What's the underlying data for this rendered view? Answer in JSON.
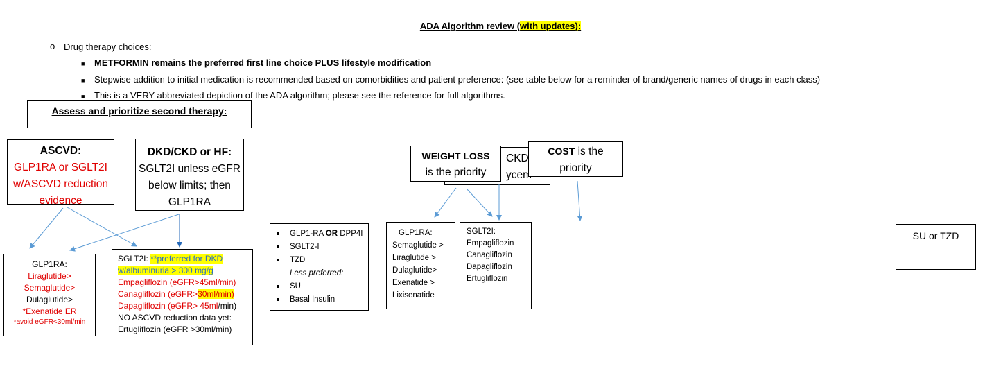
{
  "title": {
    "main": "ADA Algorithm review (",
    "highlight": "with updates",
    "tail": "):"
  },
  "intro": {
    "bullet": "o",
    "label": "Drug therapy choices:",
    "items": [
      "METFORMIN remains the preferred first line choice PLUS lifestyle modification",
      "Stepwise addition to initial medication is recommended based on comorbidities and patient preference: (see table below for a reminder of brand/generic names of drugs in each class)",
      "This is a VERY abbreviated depiction of the ADA algorithm; please see the reference for full algorithms."
    ]
  },
  "assess_box": "Assess and prioritize second therapy:",
  "ascvd_box": {
    "heading": "ASCVD:",
    "lines": [
      "GLP1RA or SGLT2I",
      "w/ASCVD reduction",
      "evidence"
    ]
  },
  "dkd_box": {
    "heading": "DKD/CKD or HF:",
    "lines": [
      "SGLT2I unless eGFR",
      "below limits; then",
      "GLP1RA"
    ]
  },
  "glp1ra_box_left": {
    "heading": "GLP1RA:",
    "items": [
      "Liraglutide>",
      "Semaglutide>",
      "Dulaglutide>",
      "*Exenatide ER"
    ],
    "note": "*avoid eGFR<30ml/min"
  },
  "sglt2i_box_left": {
    "heading": "SGLT2I: ",
    "highlight_1": "**preferred for DKD",
    "highlight_2": "w/albuminuria > 300 mg/g",
    "line_empa": "Empagliflozin (eGFR>45ml/min)",
    "line_cana_a": "Canagliflozin (eGFR>",
    "line_cana_b": "30ml/min)",
    "line_dapa_a": "Dapagliflozin (eGFR> 45ml",
    "line_dapa_b": "/min)",
    "no_data": "NO ASCVD reduction data yet:",
    "ertu": "Ertugliflozin (eGFR >30ml/min)"
  },
  "hypoglycemia_list": {
    "item1_a": "GLP1-RA ",
    "item1_b": "OR",
    "item1_c": " DPP4I",
    "item2": "SGLT2-I",
    "item3": "TZD",
    "less_preferred": "Less preferred:",
    "item4": "SU",
    "item5": "Basal Insulin"
  },
  "hidden_box": {
    "line1": "CKD/",
    "line2": "ycem"
  },
  "weight_loss_box": {
    "bold": "WEIGHT LOSS",
    "rest": "is the priority"
  },
  "cost_box": {
    "bold": "COST",
    "rest": " is the",
    "line2": "priority"
  },
  "glp1ra_box_right": {
    "heading": "GLP1RA:",
    "items": [
      "Semaglutide >",
      "Liraglutide >",
      "Dulaglutide>",
      "Exenatide >",
      "Lixisenatide"
    ]
  },
  "sglt2i_box_right": {
    "heading": "SGLT2I:",
    "items": [
      "Empagliflozin",
      "Canagliflozin",
      "Dapagliflozin",
      "Ertugliflozin"
    ]
  },
  "su_tzd_box": "SU or TZD",
  "colors": {
    "red": "#e00000",
    "highlight": "#ffff00",
    "arrow": "#5b9bd5",
    "blue_text": "#2e6fc0"
  }
}
